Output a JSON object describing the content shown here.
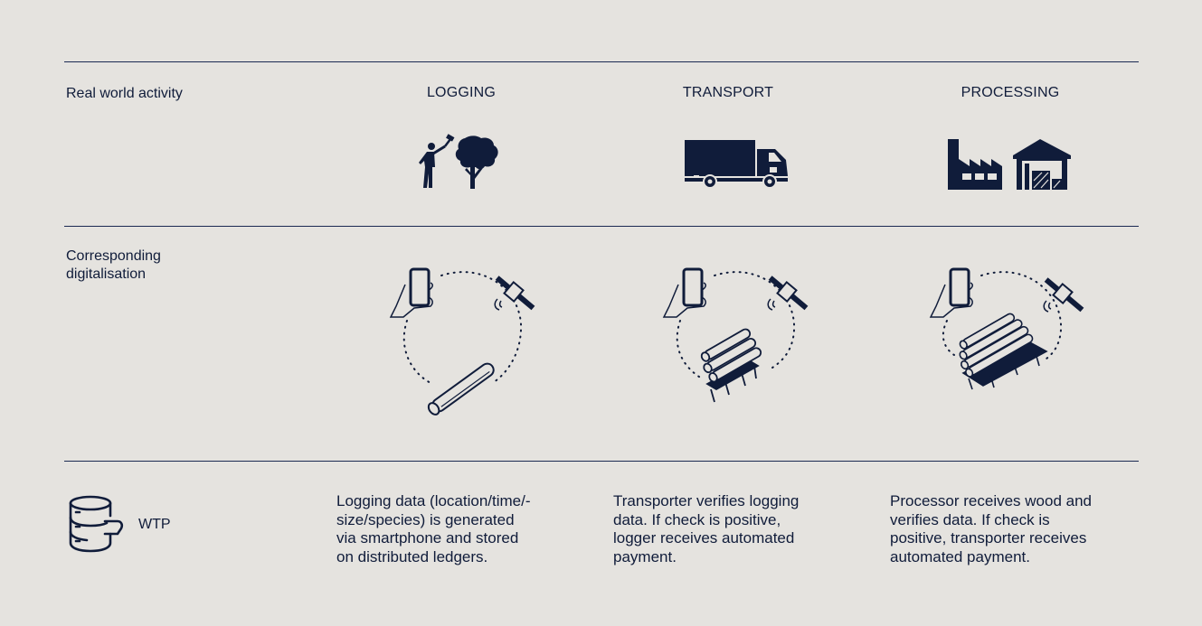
{
  "rows": {
    "real_world_label": "Real world activity",
    "digital_label": "Corresponding\ndigitalisation",
    "wtp_label": "WTP"
  },
  "columns": [
    {
      "title": "LOGGING",
      "activity_icon": "logger-cutting-tree-icon",
      "digital_icon": "phone-satellite-log-cycle-icon",
      "description": "Logging data (location/time/-\nsize/species) is generated\nvia smartphone and stored\non distributed ledgers."
    },
    {
      "title": "TRANSPORT",
      "activity_icon": "truck-icon",
      "digital_icon": "phone-satellite-stacked-logs-cycle-icon",
      "description": "Transporter verifies logging\ndata. If check is positive,\nlogger receives automated\npayment."
    },
    {
      "title": "PROCESSING",
      "activity_icon": "factory-warehouse-icon",
      "digital_icon": "phone-satellite-log-pallets-cycle-icon",
      "description": "Processor receives wood and\nverifies data. If check is\npositive, transporter receives\nautomated payment."
    }
  ],
  "colors": {
    "background": "#e5e3df",
    "ink": "#101c3a",
    "rule": "#1b2a52"
  },
  "wtp_icon": "database-icon"
}
